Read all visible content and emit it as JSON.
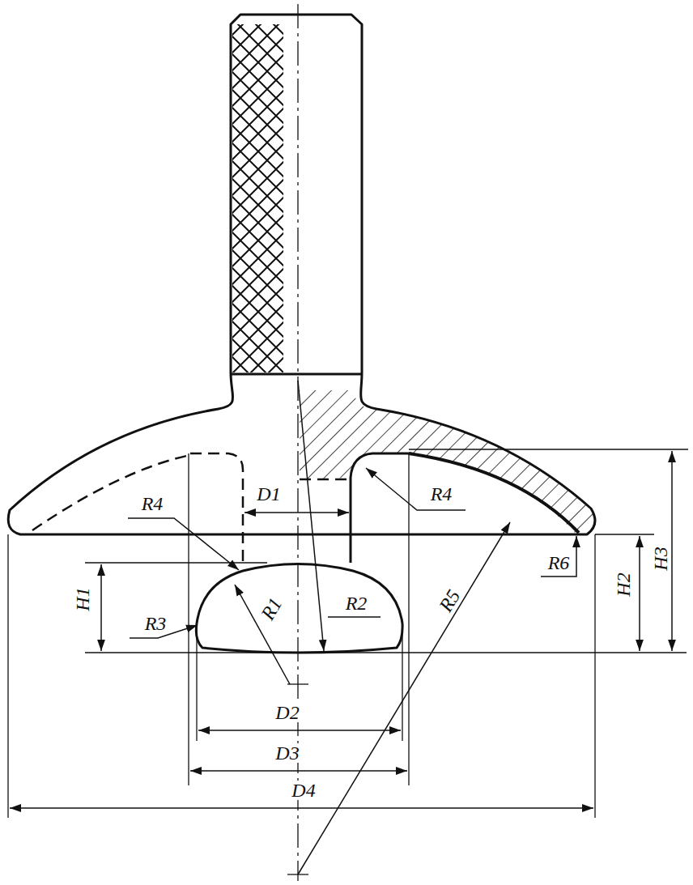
{
  "diagram": {
    "labels": [
      "R4",
      "D1",
      "R4",
      "R6",
      "H3",
      "H2",
      "H1",
      "R3",
      "R1",
      "R2",
      "R5",
      "D2",
      "D3",
      "D4"
    ]
  }
}
